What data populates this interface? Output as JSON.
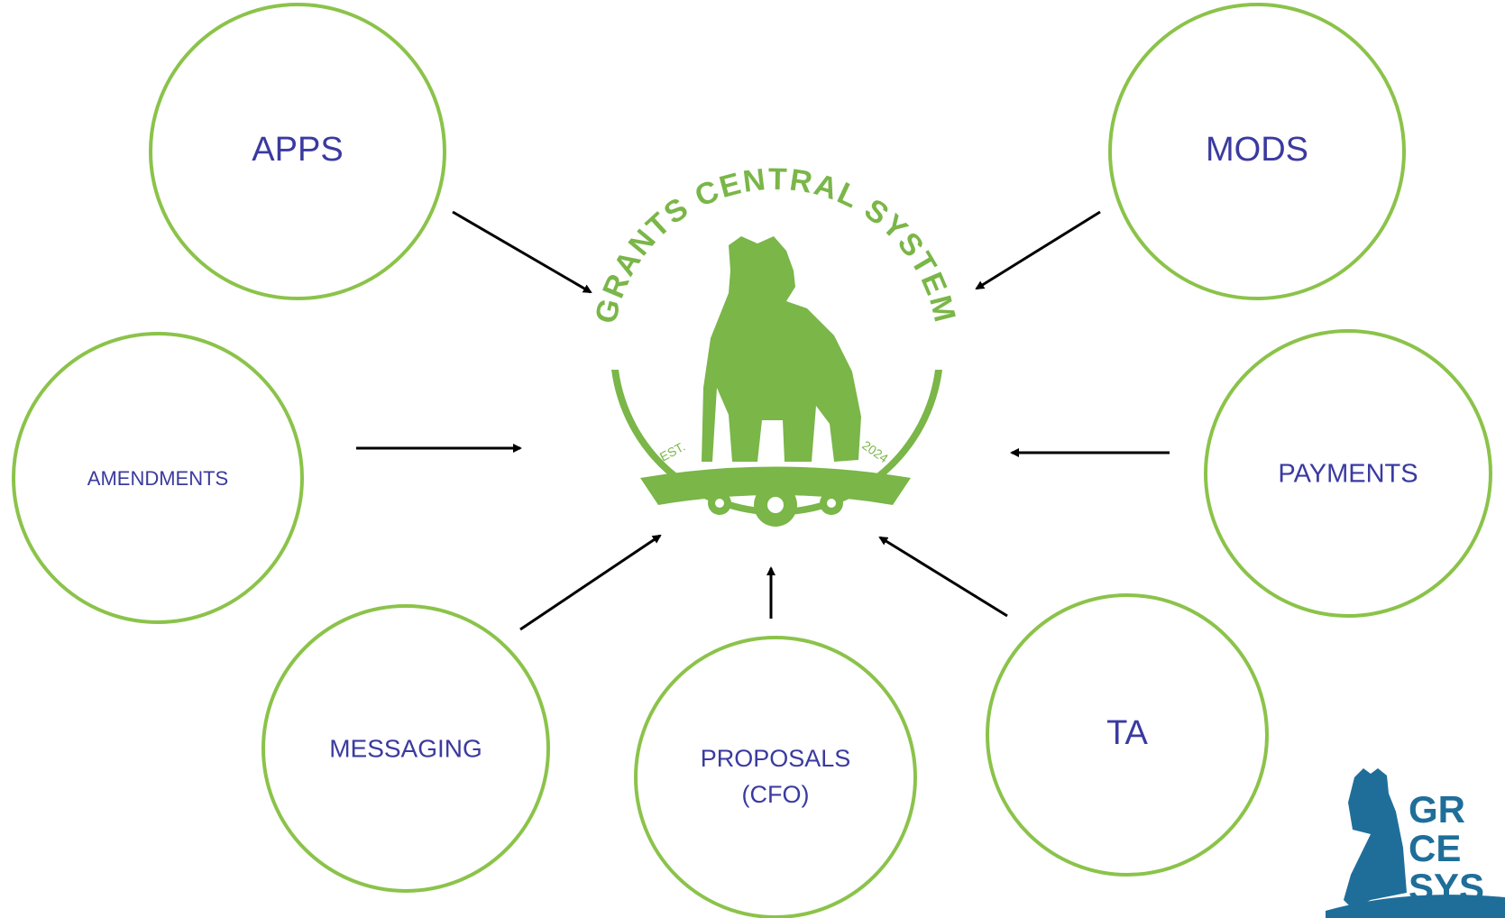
{
  "nodes": {
    "apps": {
      "label": "APPS"
    },
    "mods": {
      "label": "MODS"
    },
    "amendments": {
      "label": "AMENDMENTS"
    },
    "payments": {
      "label": "PAYMENTS"
    },
    "messaging": {
      "label": "MESSAGING"
    },
    "proposals": {
      "label_line1": "PROPOSALS",
      "label_line2": "(CFO)"
    },
    "ta": {
      "label": "TA"
    }
  },
  "center_logo": {
    "ring_text": "GRANTS CENTRAL SYSTEM",
    "est_label": "EST.",
    "year_label": "2024"
  },
  "corner_logo": {
    "line1": "GR",
    "line2": "CE",
    "line3": "SYS"
  },
  "colors": {
    "node_border": "#8bc34a",
    "node_text": "#3b3aa0",
    "logo_green": "#7ab648",
    "logo_blue": "#1f6e9a",
    "arrow": "#000000"
  },
  "icons": {
    "center": "bear-logo-icon",
    "corner": "bear-brand-icon"
  }
}
